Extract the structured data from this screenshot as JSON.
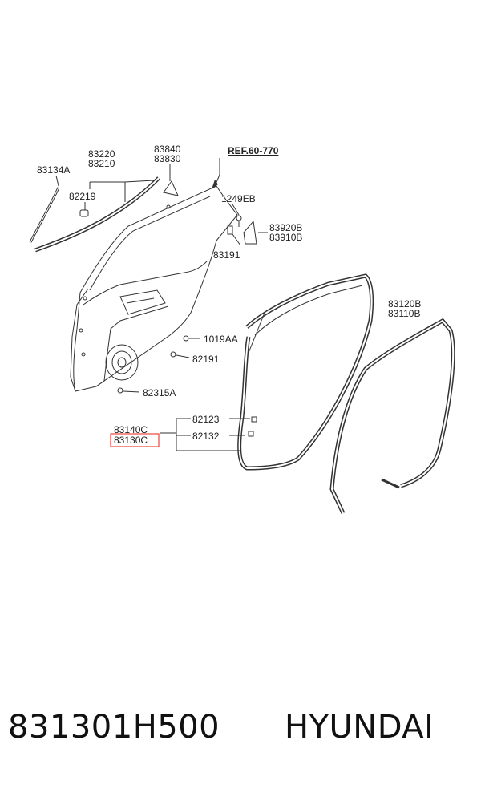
{
  "labels": {
    "p83134A": "83134A",
    "p83220": "83220",
    "p83210": "83210",
    "p82219": "82219",
    "p83840": "83840",
    "p83830": "83830",
    "ref": "REF.60-770",
    "p1249EB": "1249EB",
    "p83920B": "83920B",
    "p83910B": "83910B",
    "p83191": "83191",
    "p83120B": "83120B",
    "p83110B": "83110B",
    "p1019AA": "1019AA",
    "p82191": "82191",
    "p82315A": "82315A",
    "p83140C": "83140C",
    "p83130C": "83130C",
    "p82123": "82123",
    "p82132": "82132"
  },
  "highlight_color": "#e8453c",
  "caption": {
    "part_number": "831301H500",
    "brand": "HYUNDAI"
  }
}
